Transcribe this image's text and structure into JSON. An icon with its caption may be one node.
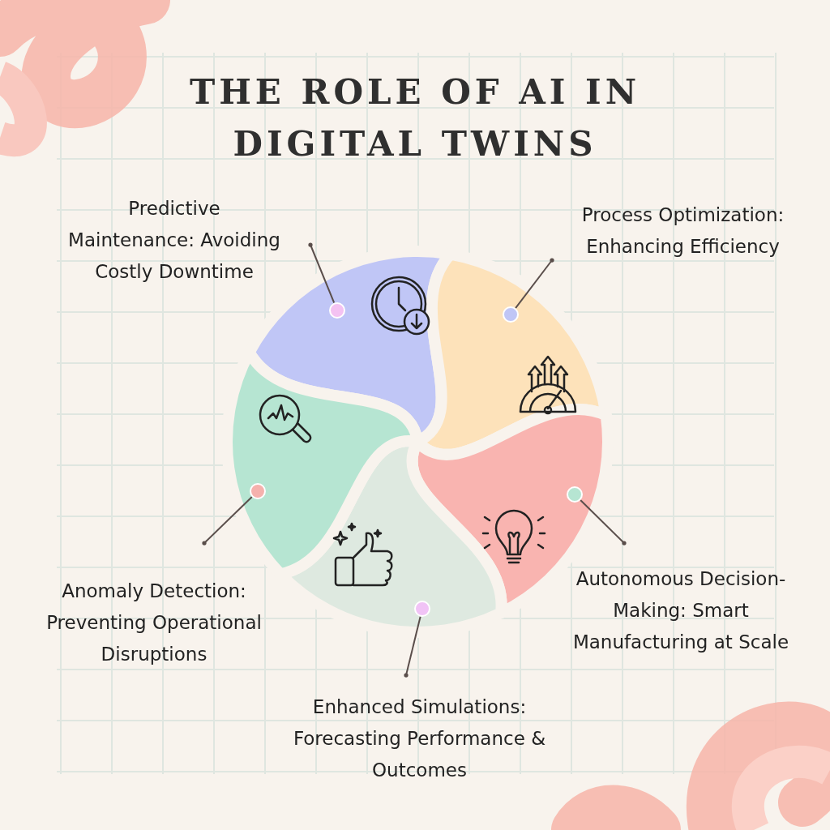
{
  "diagram": {
    "title": "THE ROLE OF AI IN DIGITAL TWINS",
    "nodes": [
      {
        "text": [
          "Predictive Maintenance: Avoiding Costly Downtime"
        ]
      },
      {
        "text": [
          "Process Optimization: Enhancing Efficiency"
        ]
      },
      {
        "text": [
          "Autonomous Decision-Making: Smart Manufacturing at Scale"
        ]
      },
      {
        "text": [
          "Enhanced Simulations: Forecasting Performance & Outcomes"
        ]
      },
      {
        "text": [
          "Anomaly Detection: Preventing Operational Disruptions"
        ]
      },
      {
        "text": [],
        "shape": "circle"
      },
      {
        "text": [],
        "shape": "circle"
      },
      {
        "text": [],
        "shape": "circle"
      },
      {
        "text": [],
        "shape": "circle"
      },
      {
        "text": [],
        "shape": "circle"
      }
    ],
    "edges": [
      {
        "from": 0,
        "to": 5,
        "arrow": "other"
      },
      {
        "from": 1,
        "to": 6,
        "arrow": "other"
      },
      {
        "from": 2,
        "to": 7,
        "arrow": "other"
      },
      {
        "from": 3,
        "to": 8,
        "arrow": "other"
      },
      {
        "from": 4,
        "to": 9,
        "arrow": "other"
      }
    ]
  }
}
